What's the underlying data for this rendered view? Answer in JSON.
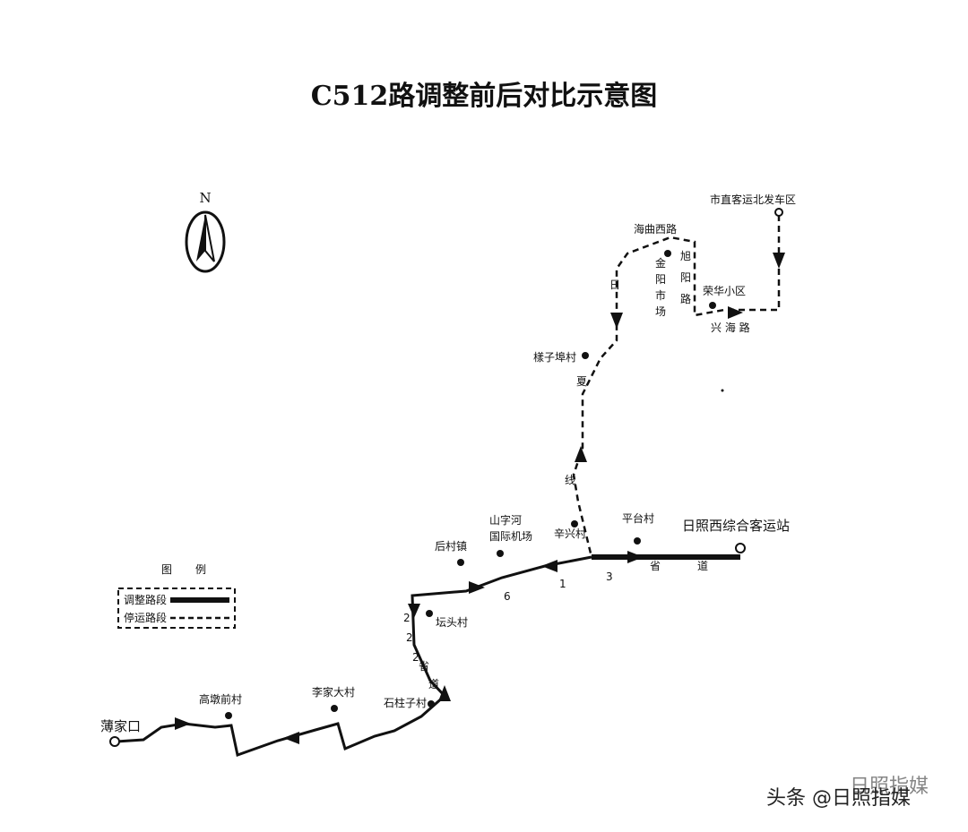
{
  "title": "C512路调整前后对比示意图",
  "compass": {
    "north_label": "N"
  },
  "legend": {
    "header": [
      "图",
      "例"
    ],
    "adjusted_label": "调整路段",
    "suspended_label": "停运路段"
  },
  "route_numbers": {
    "n1": "1",
    "n2a": "2",
    "n2b": "2",
    "n2c": "2",
    "n3": "3",
    "n6": "6"
  },
  "road_chars": {
    "ri": "日",
    "xia": "夏",
    "xian": "线",
    "sheng_a": "省",
    "dao_a": "道",
    "sheng_b": "省",
    "dao_b": "道"
  },
  "places": {
    "shizhi": "市直客运北发车区",
    "haiqu": "海曲西路",
    "jinyang": [
      "金",
      "阳",
      "市",
      "场"
    ],
    "xuyang": [
      "旭",
      "阳",
      "路"
    ],
    "ronghua": "荣华小区",
    "xinghai": "兴 海 路",
    "zhuzi": "樣子埠村",
    "airport_1": "山字河",
    "airport_2": "国际机场",
    "xinxing": "辛兴村",
    "pingtai": "平台村",
    "rizhao_west": "日照西综合客运站",
    "houcun": "后村镇",
    "tantou": "坛头村",
    "shizhuzi": "石柱子村",
    "lijia": "李家大村",
    "gaodun": "高墩前村",
    "bojiakou": "薄家口"
  },
  "watermark": {
    "faded": "日照指媒",
    "brand": "头条 @日照指媒"
  },
  "colors": {
    "line": "#111111",
    "background": "#ffffff"
  }
}
